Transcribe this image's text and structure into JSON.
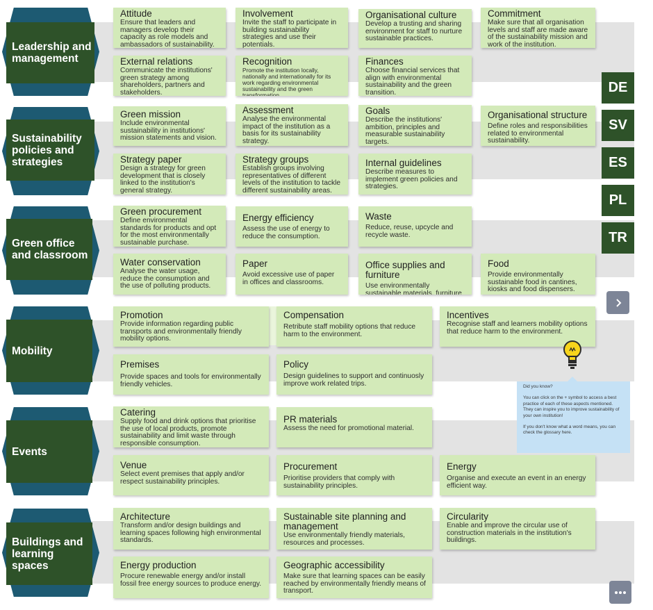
{
  "sections": [
    {
      "id": "leadership",
      "label": "Leadership and management"
    },
    {
      "id": "policies",
      "label": "Sustainability policies and strategies"
    },
    {
      "id": "office",
      "label": "Green office and classroom"
    },
    {
      "id": "mobility",
      "label": "Mobility"
    },
    {
      "id": "events",
      "label": "Events"
    },
    {
      "id": "buildings",
      "label": "Buildings and learning spaces"
    }
  ],
  "cards": [
    {
      "title": "Attitude",
      "desc": "Ensure that leaders and managers develop their capacity as role models and ambassadors of sustainability."
    },
    {
      "title": "Involvement",
      "desc": "Invite the staff to participate in building sustainability strategies and use their potentials."
    },
    {
      "title": "Organisational culture",
      "desc": "Develop a trusting and sharing environment for staff to nurture sustainable practices."
    },
    {
      "title": "Commitment",
      "desc": "Make sure that all organisation levels and staff are made aware of the sustainability mission and work of the institution."
    },
    {
      "title": "External relations",
      "desc": "Communicate the institutions' green strategy among shareholders, partners and stakeholders."
    },
    {
      "title": "Recognition",
      "desc": "Promote the institution locally, nationally and internationally for its work regarding environmental sustainability and the green transformation."
    },
    {
      "title": "Finances",
      "desc": "Choose financial services that align with environmental sustainability and the green transition."
    },
    {
      "title": "Green mission",
      "desc": "Include environmental sustainability in institutions' mission statements and vision."
    },
    {
      "title": "Assessment",
      "desc": "Analyse the environmental impact of the institution as a basis for its sustainability strategy."
    },
    {
      "title": "Goals",
      "desc": "Describe the institutions' ambition, principles and measurable sustainability targets."
    },
    {
      "title": "Organisational structure",
      "desc": "Define roles and responsibilities related to environmental sustainability."
    },
    {
      "title": "Strategy paper",
      "desc": "Design a strategy for green development that is closely linked to the institution's general strategy."
    },
    {
      "title": "Strategy groups",
      "desc": "Establish groups involving representatives of different levels of the institution to tackle different sustainability areas."
    },
    {
      "title": "Internal guidelines",
      "desc": "Describe measures to implement green policies and strategies."
    },
    {
      "title": "Green procurement",
      "desc": "Define environmental standards for products and opt for the most environmentally sustainable purchase."
    },
    {
      "title": "Energy efficiency",
      "desc": "Assess the use of energy to reduce the consumption."
    },
    {
      "title": "Waste",
      "desc": "Reduce, reuse, upcycle and recycle waste."
    },
    {
      "title": "Water conservation",
      "desc": "Analyse the water usage, reduce the consumption and the use of polluting products."
    },
    {
      "title": "Paper",
      "desc": "Avoid excessive use of paper in offices and classrooms."
    },
    {
      "title": "Office supplies and furniture",
      "desc": "Use environmentally sustainable materials, furniture and tools."
    },
    {
      "title": "Food",
      "desc": "Provide environmentally sustainable food in cantines, kiosks and food dispensers."
    },
    {
      "title": "Promotion",
      "desc": "Provide information regarding public transports and environmentally friendly mobility options."
    },
    {
      "title": "Compensation",
      "desc": "Retribute staff mobility options that reduce harm to the environment."
    },
    {
      "title": "Incentives",
      "desc": "Recognise staff and learners mobility options that reduce harm to the environment."
    },
    {
      "title": "Premises",
      "desc": "Provide spaces and tools for environmentally friendly vehicles."
    },
    {
      "title": "Policy",
      "desc": "Design guidelines to support and continuosly improve work related trips."
    },
    {
      "title": "Catering",
      "desc": "Supply food and drink options that prioritise the use of local products, promote sustainability and limit waste through responsible consumption."
    },
    {
      "title": "PR materials",
      "desc": "Assess the need for promotional material."
    },
    {
      "title": "Venue",
      "desc": "Select event premises that apply and/or respect sustainability principles."
    },
    {
      "title": "Procurement",
      "desc": "Prioritise providers that comply with sustainability principles."
    },
    {
      "title": "Energy",
      "desc": "Organise and execute an event in an energy efficient way."
    },
    {
      "title": "Architecture",
      "desc": "Transform and/or design buildings and learning spaces following high environmental standards."
    },
    {
      "title": "Sustainable site planning and management",
      "desc": "Use environmentally friendly materials, resources and processes."
    },
    {
      "title": "Circularity",
      "desc": "Enable and improve the circular use of construction materials in the institution's buildings."
    },
    {
      "title": "Energy production",
      "desc": "Procure renewable energy and/or install fossil free energy sources to produce energy."
    },
    {
      "title": "Geographic accessibility",
      "desc": "Make sure that learning spaces can be easily reached by environmentally friendly means of transport."
    }
  ],
  "languages": [
    "DE",
    "SV",
    "ES",
    "PL",
    "TR"
  ],
  "next_icon": "chevron-right-icon",
  "more_icon": "more-dots-icon",
  "tip": {
    "heading": "Did you know?",
    "body": "You can click on the + symbol to access a best practice of each of these aspects mentioned. They can inspire you to improve sustainability of your own institution!",
    "footer": "If you don't know what a word means, you can check the glossary here."
  },
  "colors": {
    "section": "#2e5229",
    "hexagon": "#1d5a72",
    "card": "#d3eab9",
    "band": "#e3e3e3",
    "tip": "#c5e1f5",
    "button": "#7d8597"
  }
}
